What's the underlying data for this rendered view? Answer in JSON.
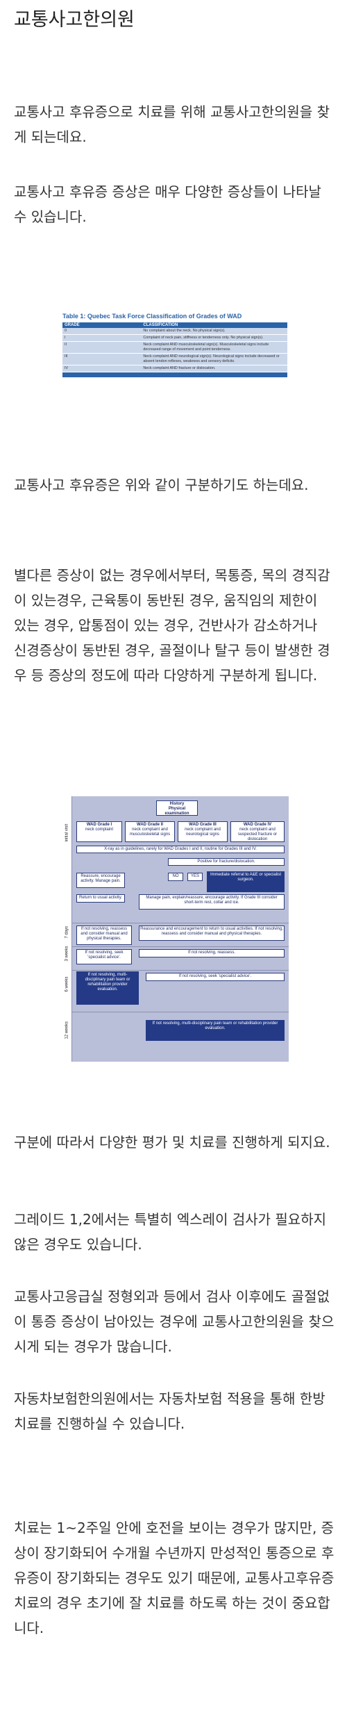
{
  "title": "교통사고한의원",
  "paragraphs": [
    "교통사고 후유증으로 치료를 위해 교통사고한의원을 찾게 되는데요.",
    "교통사고 후유증 증상은 매우 다양한 증상들이 나타날 수 있습니다.",
    "교통사고 후유증은 위와 같이 구분하기도 하는데요.",
    "별다른 증상이 없는 경우에서부터, 목통증, 목의 경직감이 있는경우, 근육통이 동반된 경우, 움직임의 제한이 있는 경우, 압통점이 있는 경우, 건반사가 감소하거나 신경증상이 동반된 경우, 골절이나 탈구 등이 발생한 경우 등 증상의 정도에 따라 다양하게 구분하게 됩니다.",
    "구분에 따라서 다양한 평가 및 치료를 진행하게 되지요.",
    "그레이드 1,2에서는 특별히 엑스레이 검사가 필요하지 않은 경우도 있습니다.",
    "교통사고응급실 정형외과 등에서 검사 이후에도 골절없이 통증 증상이 남아있는 경우에 교통사고한의원을 찾으시게 되는 경우가 많습니다.",
    "자동차보험한의원에서는 자동차보험 적용을 통해 한방치료를 진행하실 수 있습니다.",
    "치료는 1~2주일 안에 호전을 보이는 경우가 많지만, 증상이 장기화되어 수개월 수년까지 만성적인 통증으로 후유증이 장기화되는 경우도 있기 때문에, 교통사고후유증 치료의 경우 초기에 잘 치료를 하도록 하는 것이 중요합니다."
  ],
  "table_figure": {
    "caption": "Table 1: Quebec Task Force Classification of Grades of WAD",
    "headers": [
      "GRADE",
      "CLASSIFICATION"
    ],
    "rows": [
      {
        "grade": "0",
        "classification": "No complaint about the neck. No physical sign(s)."
      },
      {
        "grade": "I",
        "classification": "Complaint of neck pain, stiffness or tenderness only. No physical sign(s)."
      },
      {
        "grade": "II",
        "classification": "Neck complaint AND musculoskeletal sign(s). Musculoskeletal signs include decreased range of movement and point tenderness."
      },
      {
        "grade": "III",
        "classification": "Neck complaint AND neurological sign(s). Neurological signs include decreased or absent tendon reflexes, weakness and sensory deficits."
      },
      {
        "grade": "IV",
        "classification": "Neck complaint AND fracture or dislocation."
      }
    ]
  },
  "flowchart": {
    "timeline": [
      "initial visit",
      "7 days",
      "3 weeks",
      "6 weeks",
      "12 weeks"
    ],
    "history": "History\nPhysical examination",
    "grades": [
      {
        "label": "WAD Grade I",
        "desc": "neck complaint"
      },
      {
        "label": "WAD Grade II",
        "desc": "neck complaint and musculoskeletal signs"
      },
      {
        "label": "WAD Grade III",
        "desc": "neck complaint and neurological signs"
      },
      {
        "label": "WAD Grade IV",
        "desc": "neck complaint and suspected fracture or dislocation"
      }
    ],
    "xray": "X-ray as in guidelines, rarely for WAD Grades I and II, routine for Grades III and IV.",
    "positive": "Positive for fracture/dislocation.",
    "reassure": "Reassure, encourage activity. Manage pain.",
    "no": "NO",
    "yes": "YES",
    "referral": "Immediate referral to A&E or specialist surgeon.",
    "return_usual": "Return to usual activity.",
    "manage_pain": "Manage pain, explain/reassure, encourage activity. If Grade III consider short-term rest, collar and ice.",
    "not_resolving_7": "If not resolving, reassess and consider manual and physical therapies.",
    "reassurance_7": "Reassurance and encouragement to return to usual activities. If not resolving, reassess and consider manual and physical therapies.",
    "not_resolving_3a": "If not resolving, seek 'specialist advice'.",
    "not_resolving_3b": "If not resolving, reassess.",
    "not_resolving_6a": "If not resolving, multi-disciplinary pain team or rehabilitation provider evaluation.",
    "not_resolving_6b": "If not resolving, seek 'specialist advice'.",
    "not_resolving_12": "If not resolving, multi-disciplinary pain team or rehabilitation provider evaluation."
  }
}
